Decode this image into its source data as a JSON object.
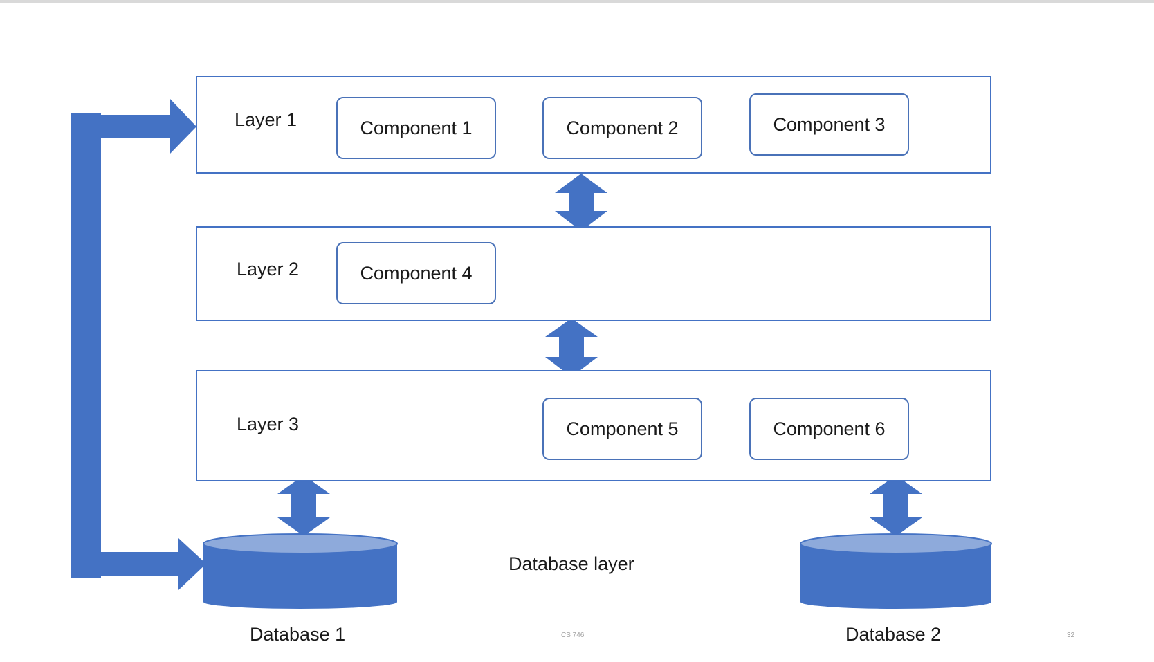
{
  "layers": [
    {
      "label": "Layer 1",
      "components": [
        "Component 1",
        "Component 2",
        "Component 3"
      ]
    },
    {
      "label": "Layer 2",
      "components": [
        "Component 4"
      ]
    },
    {
      "label": "Layer 3",
      "components": [
        "Component 5",
        "Component 6"
      ]
    }
  ],
  "database_layer_label": "Database layer",
  "databases": [
    "Database 1",
    "Database 2"
  ],
  "footer": {
    "course": "CS 746",
    "page": "32"
  },
  "colors": {
    "accent": "#4472c4",
    "db_top": "#8eaadb",
    "border": "#4472c4"
  }
}
